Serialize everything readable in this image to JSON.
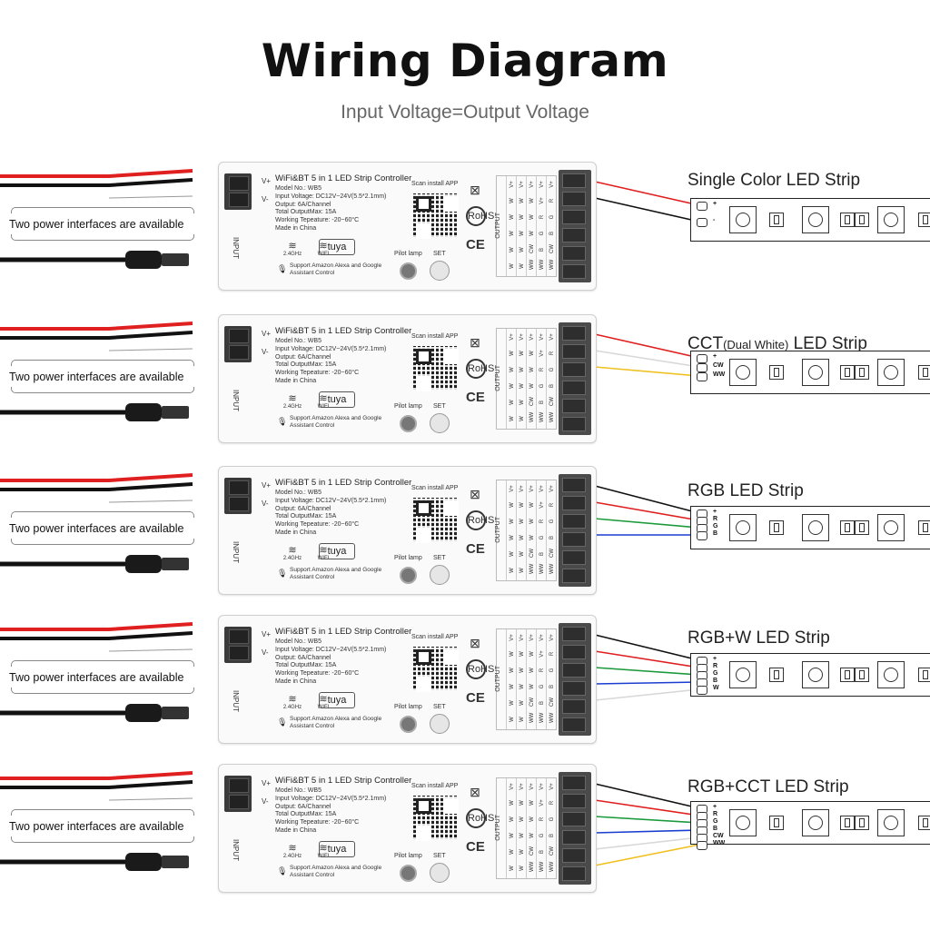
{
  "header": {
    "title": "Wiring Diagram",
    "subtitle": "Input Voltage=Output Voltage"
  },
  "controller": {
    "title": "WiFi&BT 5 in 1 LED Strip Controller",
    "model": "Model No.: WB5",
    "input_voltage": "Input Voltage: DC12V~24V(5.5*2.1mm)",
    "output": "Output: 6A/Channel",
    "total_output": "Total OutputMax: 15A",
    "temperature": "Working Tepeature: -20~60°C",
    "origin": "Made in China",
    "wifi_24": "2.4GHz",
    "wifi": "WIFI",
    "tuya": "tuya",
    "support": "Support Amazon Alexa and Google Assistant Control",
    "scan": "Scan install APP",
    "pilot_lamp": "Pilot lamp",
    "set": "SET",
    "input_label": "INPUT",
    "v_plus": "V+",
    "v_minus": "V-",
    "output_label": "OUTPUT",
    "rohs": "RoHS",
    "ce": "CE",
    "output_columns": [
      [
        "W",
        "W",
        "W",
        "W",
        "W",
        "V+"
      ],
      [
        "W",
        "W",
        "W",
        "W",
        "W",
        "V+"
      ],
      [
        "WW",
        "CW",
        "W",
        "W",
        "W",
        "V+"
      ],
      [
        "WW",
        "B",
        "G",
        "R",
        "V+",
        "V+"
      ],
      [
        "WW",
        "CW",
        "B",
        "G",
        "R",
        "V+"
      ]
    ]
  },
  "power_label": "Two power interfaces are available",
  "strips": [
    {
      "name": "Single Color LED Strip",
      "name_small": "",
      "name_rest": "",
      "pads": [
        "+",
        "-"
      ]
    },
    {
      "name": "CCT",
      "name_small": "(Dual White)",
      "name_rest": " LED Strip",
      "pads": [
        "+",
        "CW",
        "WW"
      ]
    },
    {
      "name": "RGB LED Strip",
      "name_small": "",
      "name_rest": "",
      "pads": [
        "+",
        "R",
        "G",
        "B"
      ]
    },
    {
      "name": "RGB+W LED Strip",
      "name_small": "",
      "name_rest": "",
      "pads": [
        "+",
        "R",
        "G",
        "B",
        "W"
      ]
    },
    {
      "name": "RGB+CCT LED Strip",
      "name_small": "",
      "name_rest": "",
      "pads": [
        "+",
        "R",
        "G",
        "B",
        "CW",
        "WW"
      ]
    }
  ],
  "colors": {
    "red": "#e02020",
    "black": "#111111",
    "green": "#1a9a3a",
    "blue": "#1a3fd0",
    "white_wire": "#d8d8d8",
    "yellow": "#f0c020"
  }
}
